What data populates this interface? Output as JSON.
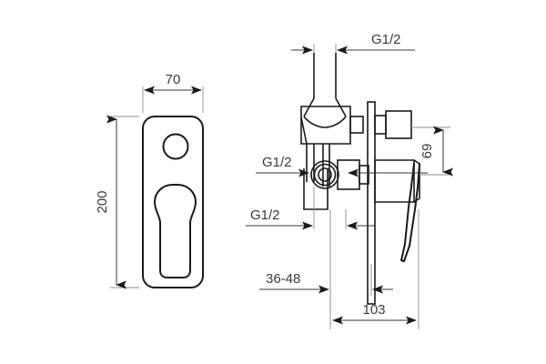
{
  "drawing": {
    "type": "technical-dimension-drawing",
    "subject": "concealed shower mixer valve",
    "background_color": "#ffffff",
    "line_color": "#1a1a1a",
    "dimension_color": "#3a3a3a",
    "extension_line_color": "#8d8d8d",
    "views": {
      "front": {
        "name": "front-view-escutcheon-plate",
        "dimensions": {
          "width_label": "70",
          "height_label": "200"
        },
        "features": [
          "rounded-rectangle-plate",
          "diverter-knob-hole",
          "keyhole-lever-cutout"
        ]
      },
      "side": {
        "name": "side-view-valve-body",
        "dimensions": {
          "top_thread_label": "G1/2",
          "mid_thread_label": "G1/2",
          "lower_thread_label": "G1/2",
          "height_label": "69",
          "wall_depth_label": "36-48",
          "projection_label": "103"
        },
        "features": [
          "vertical-inlet-pipe",
          "conical-body-transition",
          "valve-cartridge-housing",
          "outlet-nipple",
          "wall-plate",
          "cylindrical-handle-body",
          "lever-handle",
          "pipe-cross-section-ring"
        ]
      }
    },
    "labels": {
      "top_thread": "G1/2",
      "mid_thread": "G1/2",
      "lower_thread": "G1/2",
      "plate_width": "70",
      "plate_height": "200",
      "body_height": "69",
      "wall_depth": "36-48",
      "projection": "103"
    }
  }
}
